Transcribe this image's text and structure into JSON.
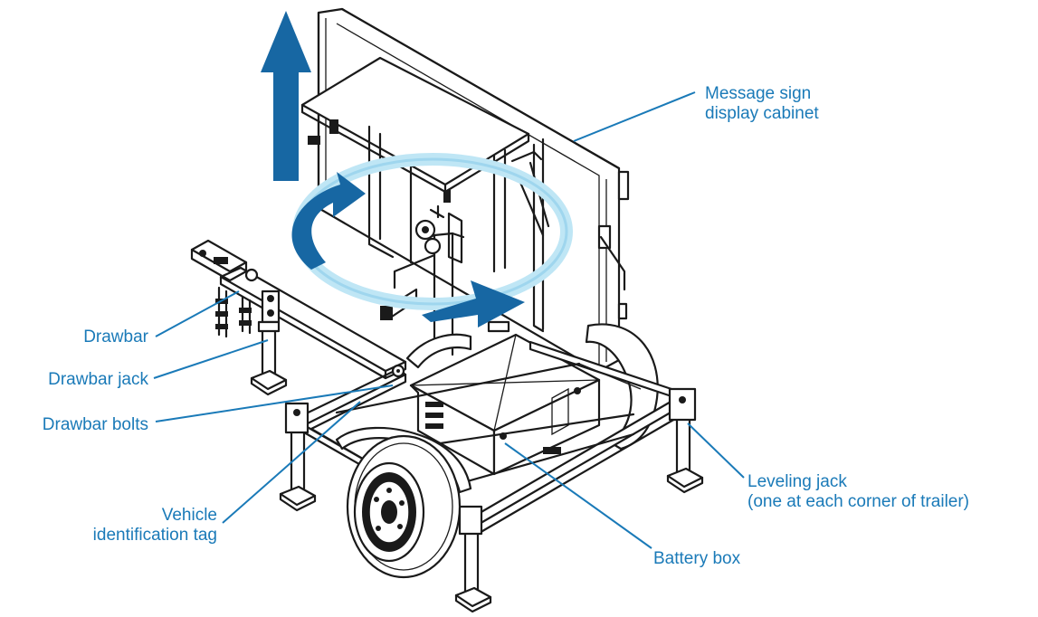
{
  "colors": {
    "callout": "#1a7ab8",
    "arrow": "#1767a3",
    "rotation_ring": "#bfe6f5",
    "line_art": "#1a1a1a"
  },
  "labels": {
    "message_sign": [
      "Message sign",
      "display cabinet"
    ],
    "drawbar": "Drawbar",
    "drawbar_jack": "Drawbar jack",
    "drawbar_bolts": "Drawbar bolts",
    "vehicle_tag": [
      "Vehicle",
      "identification tag"
    ],
    "leveling_jack": [
      "Leveling jack",
      "(one at each corner of trailer)"
    ],
    "battery_box": "Battery box"
  }
}
